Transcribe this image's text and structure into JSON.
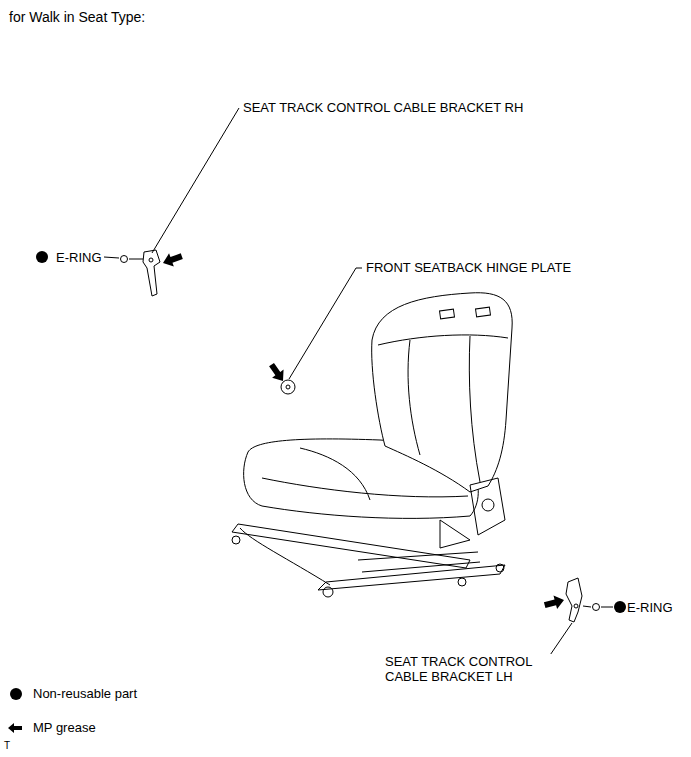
{
  "diagram": {
    "title": "for Walk in Seat Type:",
    "labels": [
      "SEAT TRACK CONTROL CABLE BRACKET RH",
      "E-RING",
      "FRONT SEATBACK HINGE PLATE",
      "E-RING",
      "SEAT TRACK CONTROL CABLE BRACKET LH",
      "T"
    ],
    "legend": [
      {
        "text": "Non-reusable part"
      },
      {
        "text": "MP grease"
      }
    ]
  }
}
